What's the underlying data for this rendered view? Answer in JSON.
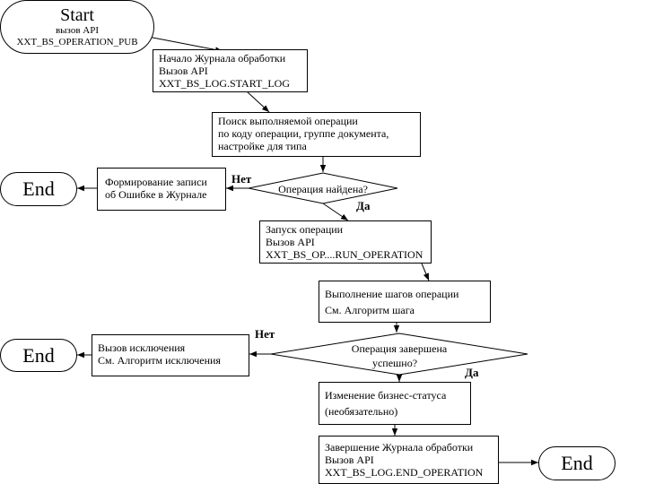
{
  "start": {
    "title": "Start",
    "line1": "вызов API",
    "line2": "XXT_BS_OPERATION_PUB"
  },
  "log_start": {
    "line1": "Начало Журнала обработки",
    "line2": "Вызов API",
    "line3": "XXT_BS_LOG.START_LOG"
  },
  "find_op": {
    "line1": "Поиск выполняемой операции",
    "line2": "по коду операции, группе документа,",
    "line3": "настройке для типа"
  },
  "decision_found": {
    "text": "Операция найдена?"
  },
  "error_record": {
    "line1": "Формирование записи",
    "line2": "об Ошибке в Журнале"
  },
  "run_op": {
    "line1": "Запуск операции",
    "line2": "Вызов API",
    "line3": "XXT_BS_OP....RUN_OPERATION"
  },
  "exec_steps": {
    "line1": "Выполнение шагов операции",
    "line2": "См. Алгоритм шага"
  },
  "decision_success": {
    "line1": "Операция завершена",
    "line2": "успешно?"
  },
  "exception": {
    "line1": "Вызов исключения",
    "line2": "См. Алгоритм исключения"
  },
  "status_change": {
    "line1": "Изменение бизнес-статуса",
    "line2": "(необязательно)"
  },
  "log_end": {
    "line1": "Завершение Журнала обработки",
    "line2": "Вызов API",
    "line3": "XXT_BS_LOG.END_OPERATION"
  },
  "end_label": "End",
  "branch": {
    "no": "Нет",
    "yes": "Да"
  }
}
